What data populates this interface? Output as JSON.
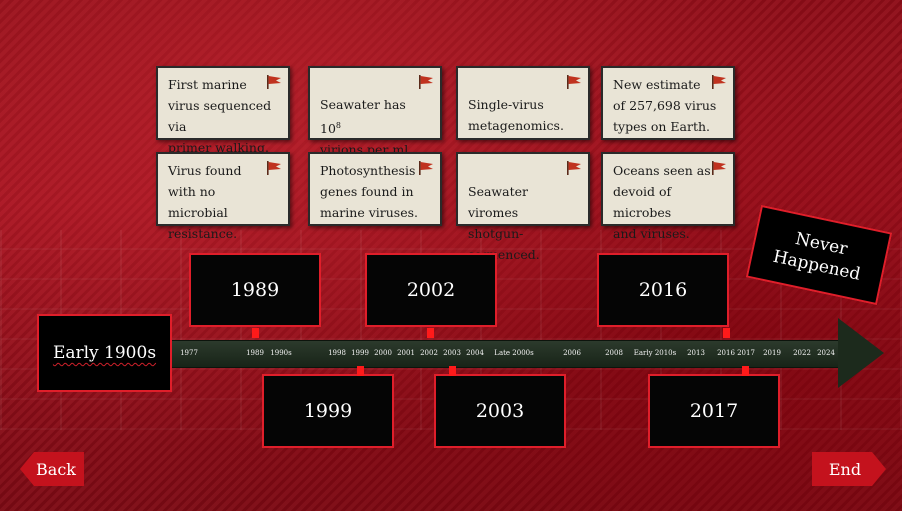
{
  "cards": [
    {
      "text": "First marine\nvirus sequenced via\nprimer walking."
    },
    {
      "text": "Seawater has 10",
      "sup": "8",
      "text2": "\nvirions per ml."
    },
    {
      "text": "Single-virus\nmetagenomics."
    },
    {
      "text": "New estimate\nof 257,698 virus\ntypes on Earth."
    },
    {
      "text": "Virus found\nwith no microbial\nresistance."
    },
    {
      "text": "Photosynthesis\ngenes found in\nmarine viruses."
    },
    {
      "text": "\nSeawater viromes\nshotgun-sequenced."
    },
    {
      "text": "Oceans seen as\ndevoid of microbes\nand viruses."
    }
  ],
  "year_boxes": [
    "1989",
    "2002",
    "2016",
    "1999",
    "2003",
    "2017"
  ],
  "early_label": "Early 1900s",
  "never_label": "Never\nHappened",
  "timeline_labels": [
    "1977",
    "1989",
    "1990s",
    "1998",
    "1999",
    "2000",
    "2001",
    "2002",
    "2003",
    "2004",
    "Late 2000s",
    "2006",
    "2008",
    "Early 2010s",
    "2013",
    "2016",
    "2017",
    "2019",
    "2022",
    "2024"
  ],
  "nav": {
    "back": "Back",
    "end": "End"
  },
  "colors": {
    "accent_red": "#e01e2a",
    "button_red": "#c4121d",
    "card_bg": "#e9e4d6",
    "flag": "#c0321f"
  }
}
